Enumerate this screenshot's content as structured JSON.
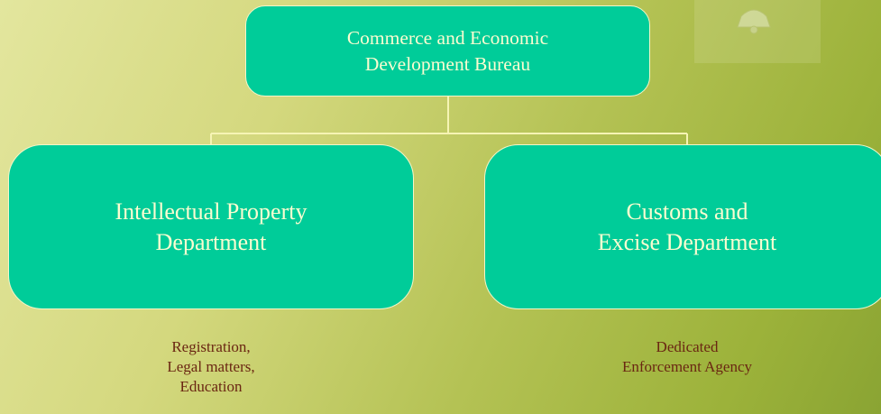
{
  "org_chart": {
    "top": {
      "line1": "Commerce and Economic",
      "line2": "Development Bureau"
    },
    "left": {
      "line1": "Intellectual Property",
      "line2": "Department",
      "caption": [
        "Registration,",
        "Legal matters,",
        "Education"
      ]
    },
    "right": {
      "line1": "Customs and",
      "line2": "Excise Department",
      "caption": [
        "Dedicated",
        "Enforcement Agency"
      ]
    }
  },
  "colors": {
    "box_fill": "#00cc99",
    "box_text": "#fbfcd0",
    "connector": "#f6f4b4",
    "caption_text": "#6a2612"
  }
}
